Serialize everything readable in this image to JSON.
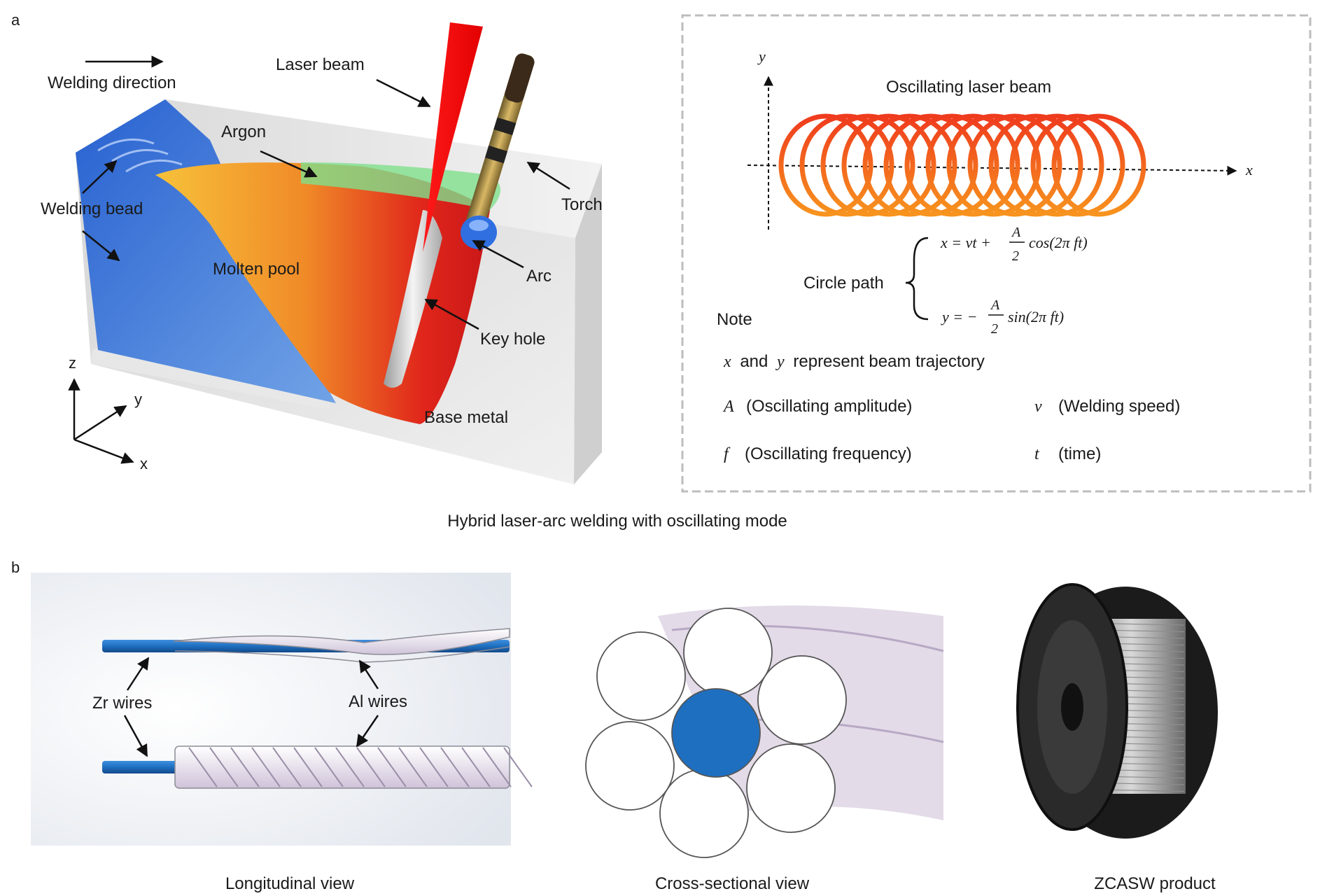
{
  "panel_a": {
    "letter": "a",
    "caption": "Hybrid laser-arc welding with oscillating mode",
    "welding_direction": "Welding direction",
    "laser_beam": "Laser beam",
    "argon": "Argon",
    "torch": "Torch",
    "welding_bead": "Welding bead",
    "molten_pool": "Molten pool",
    "arc": "Arc",
    "key_hole": "Key hole",
    "base_metal": "Base metal",
    "axes": {
      "z": "z",
      "y": "y",
      "x": "x"
    }
  },
  "inset": {
    "axis_y": "y",
    "axis_x": "x",
    "title": "Oscillating laser beam",
    "circle_path": "Circle path",
    "note": "Note",
    "eq_x": {
      "lhs": "x = vt +",
      "num": "A",
      "den": "2",
      "rhs": "cos(2π ft)"
    },
    "eq_y": {
      "lhs": "y = −",
      "num": "A",
      "den": "2",
      "rhs": "sin(2π ft)"
    },
    "trajectory": {
      "sym1": "x",
      "and": "and",
      "sym2": "y",
      "text": "represent beam trajectory"
    },
    "defs": [
      {
        "sym": "A",
        "text": "(Oscillating amplitude)"
      },
      {
        "sym": "v",
        "text": "(Welding speed)"
      },
      {
        "sym": "f",
        "text": "(Oscillating frequency)"
      },
      {
        "sym": "t",
        "text": "(time)"
      }
    ],
    "colors": {
      "ring_top": "#ef3b1e",
      "ring_bottom": "#f7931e",
      "border": "#bdbdbd"
    }
  },
  "panel_b": {
    "letter": "b",
    "zr_wires": "Zr wires",
    "al_wires": "Al wires",
    "captions": [
      "Longitudinal view",
      "Cross-sectional view",
      "ZCASW product"
    ],
    "colors": {
      "zr_blue": "#1f6fc0",
      "al_white": "#ffffff",
      "al_shade": "#d9cfe0"
    }
  }
}
